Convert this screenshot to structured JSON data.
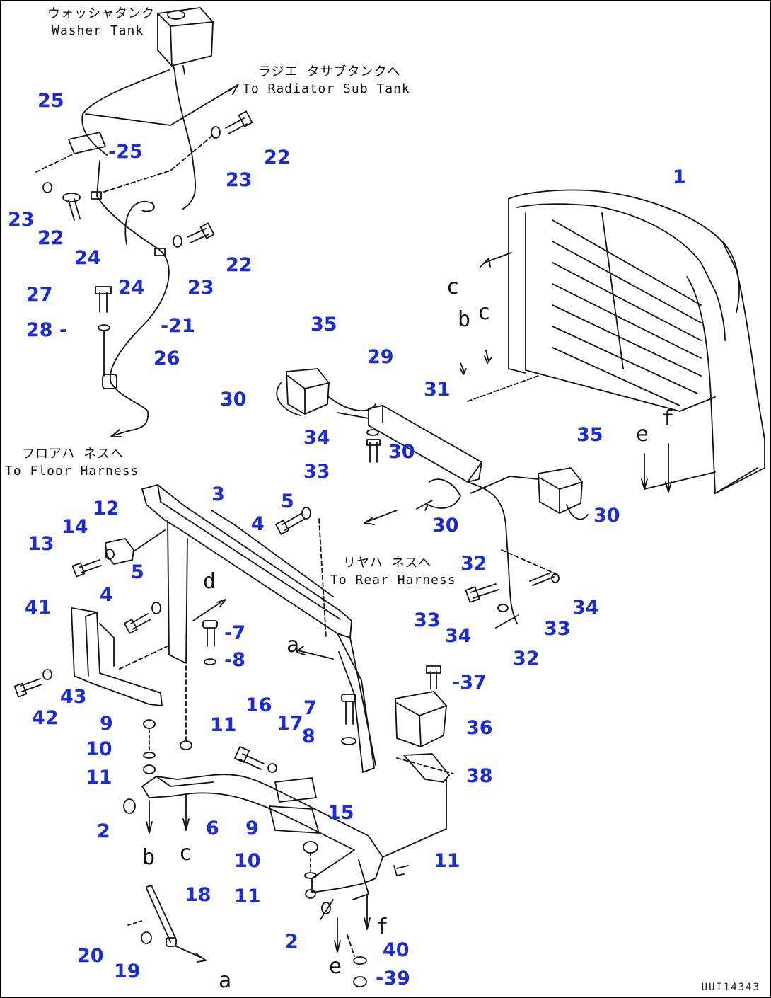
{
  "annotations": {
    "washer_tank_jp": "ウォッシャタンク",
    "washer_tank_en": "Washer Tank",
    "radiator_jp": "ラジエ タサブタンクへ",
    "radiator_en": "To Radiator Sub Tank",
    "floor_jp": "フロアハ ネスへ",
    "floor_en": "To Floor Harness",
    "rear_jp": "リヤハ ネスへ",
    "rear_en": "To Rear Harness"
  },
  "reference_letters": {
    "a": "a",
    "b": "b",
    "c": "c",
    "d": "d",
    "e": "e",
    "f": "f"
  },
  "drawing_code": "UUI14343",
  "part_numbers": {
    "p1": "1",
    "p2": "2",
    "p3": "3",
    "p4": "4",
    "p5": "5",
    "p6": "6",
    "p7": "7",
    "p8": "8",
    "p9": "9",
    "p10": "10",
    "p11": "11",
    "p12": "12",
    "p13": "13",
    "p14": "14",
    "p15": "15",
    "p16": "16",
    "p17": "17",
    "p18": "18",
    "p19": "19",
    "p20": "20",
    "p21": "21",
    "p22": "22",
    "p23": "23",
    "p24": "24",
    "p25": "25",
    "p25b": "-25",
    "p26": "26",
    "p27": "27",
    "p28": "28 -",
    "p29": "29",
    "p30": "30",
    "p31": "31",
    "p32": "32",
    "p33": "33",
    "p34": "34",
    "p35": "35",
    "p36": "36",
    "p37": "-37",
    "p38": "38",
    "p39": "-39",
    "p40": "40",
    "p41": "41",
    "p42": "42",
    "p43": "43",
    "p7b": "-7",
    "p8b": "-8",
    "p21b": "-21"
  }
}
